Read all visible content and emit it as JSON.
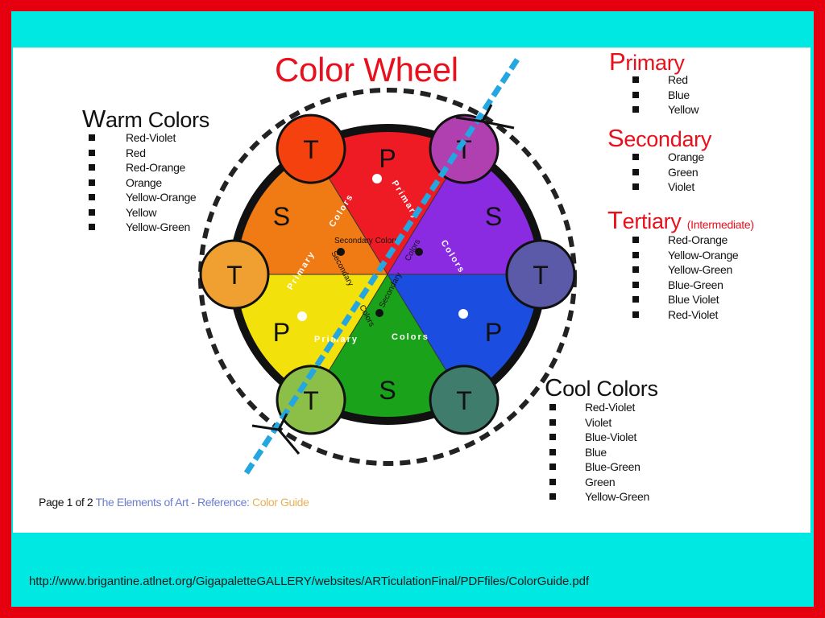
{
  "title": "Color Wheel",
  "colors": {
    "border": "#e6000f",
    "frame": "#00e8e2",
    "title": "#e8101c",
    "axis": "#24a6e0"
  },
  "warm": {
    "heading_cap": "W",
    "heading_rest": "arm Colors",
    "items": [
      "Red-Violet",
      "Red",
      "Red-Orange",
      "Orange",
      "Yellow-Orange",
      "Yellow",
      "Yellow-Green"
    ]
  },
  "primary": {
    "heading_cap": "P",
    "heading_rest": "rimary",
    "items": [
      "Red",
      "Blue",
      "Yellow"
    ]
  },
  "secondary": {
    "heading_cap": "S",
    "heading_rest": "econdary",
    "items": [
      "Orange",
      "Green",
      "Violet"
    ]
  },
  "tertiary": {
    "heading_cap": "T",
    "heading_rest": "ertiary",
    "note": "(Intermediate)",
    "items": [
      "Red-Orange",
      "Yellow-Orange",
      "Yellow-Green",
      "Blue-Green",
      "Blue Violet",
      "Red-Violet"
    ]
  },
  "cool": {
    "heading_cap": "C",
    "heading_rest": "ool Colors",
    "items": [
      "Red-Violet",
      "Violet",
      "Blue-Violet",
      "Blue",
      "Blue-Green",
      "Green",
      "Yellow-Green"
    ]
  },
  "wheel": {
    "sectors": [
      {
        "letter": "P",
        "color": "#ee1b24"
      },
      {
        "letter": "S",
        "color": "#8a2be2"
      },
      {
        "letter": "P",
        "color": "#1a4de0"
      },
      {
        "letter": "S",
        "color": "#1aa31a"
      },
      {
        "letter": "P",
        "color": "#f2e10a"
      },
      {
        "letter": "S",
        "color": "#f07a14"
      }
    ],
    "tertiary_circles": [
      {
        "letter": "T",
        "color": "#f5410e"
      },
      {
        "letter": "T",
        "color": "#b03fb0"
      },
      {
        "letter": "T",
        "color": "#5a5aa8"
      },
      {
        "letter": "T",
        "color": "#3f7c6c"
      },
      {
        "letter": "T",
        "color": "#8cbf48"
      },
      {
        "letter": "T",
        "color": "#f0a030"
      }
    ],
    "labels": {
      "primary": "Primary",
      "colors": "Colors",
      "secondary": "Secondary",
      "secondary_colors": "Secondary Colors"
    }
  },
  "footer": {
    "page": "Page 1 of 2",
    "series": "The Elements of Art - Reference:",
    "guide": "Color Guide"
  },
  "url": "http://www.brigantine.atlnet.org/GigapaletteGALLERY/websites/ARTiculationFinal/PDFfiles/ColorGuide.pdf"
}
